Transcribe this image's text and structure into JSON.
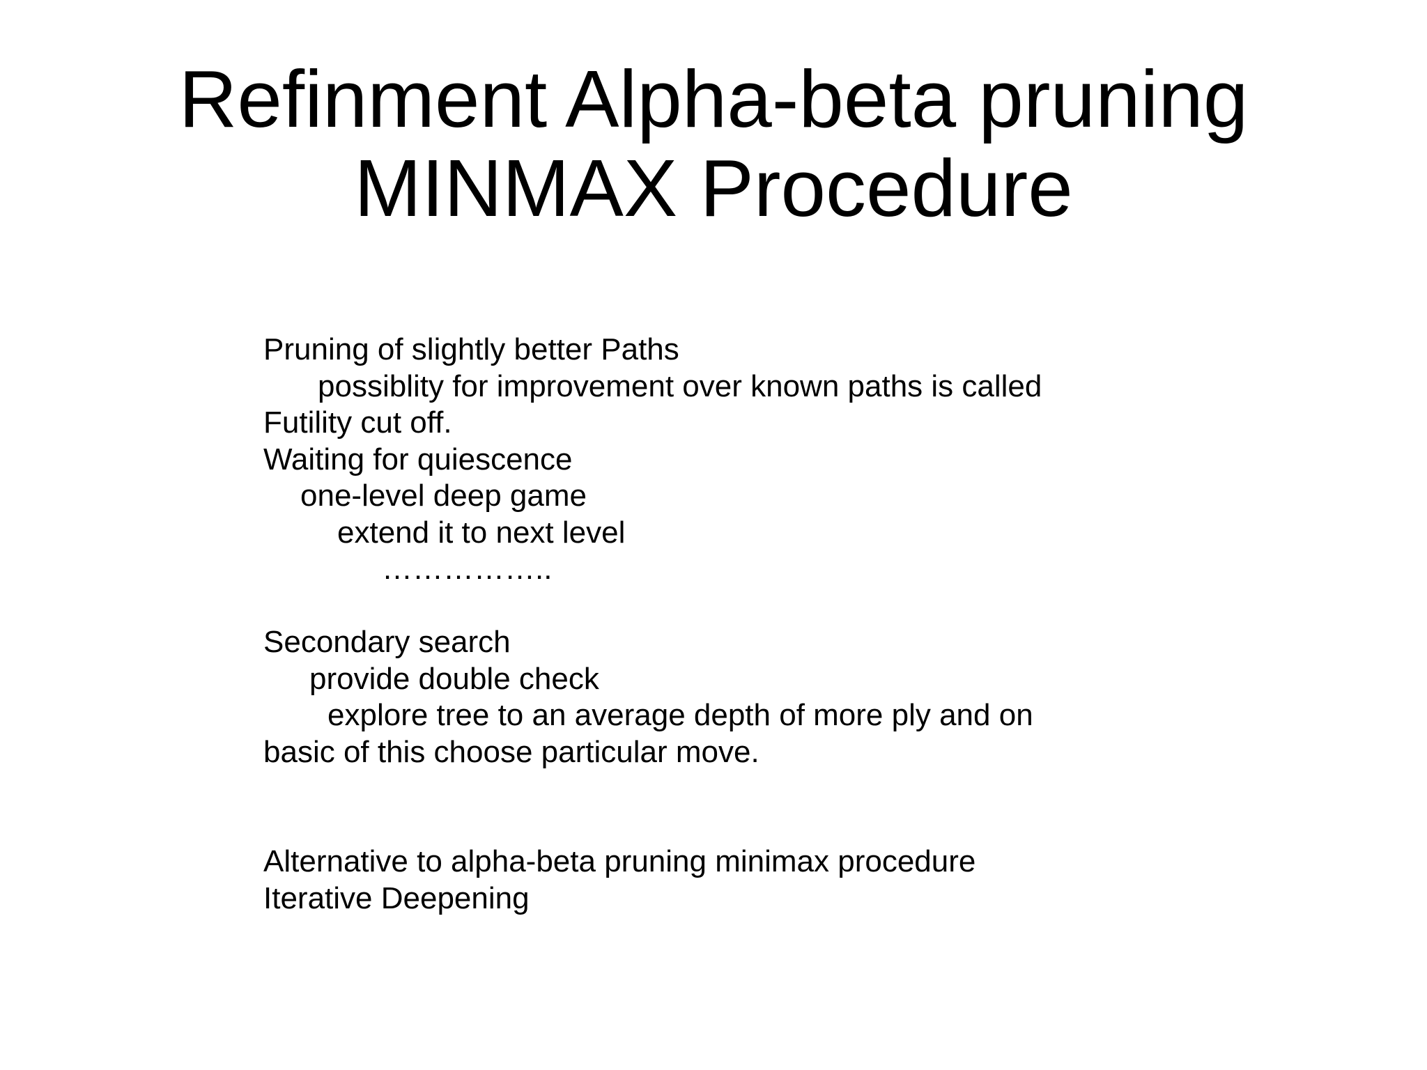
{
  "slide": {
    "title_line1": "Refinment Alpha-beta pruning",
    "title_line2": "MINMAX Procedure",
    "lines": [
      "Pruning of slightly better Paths",
      "possiblity for improvement over known paths is called",
      "Futility cut off.",
      "Waiting for quiescence",
      "one-level deep game",
      "extend it to next level",
      "……………..",
      "Secondary search",
      "provide double check",
      "explore tree to an average depth of more ply and on",
      "basic of this choose particular move.",
      "Alternative to alpha-beta pruning minimax procedure",
      "Iterative Deepening"
    ]
  }
}
